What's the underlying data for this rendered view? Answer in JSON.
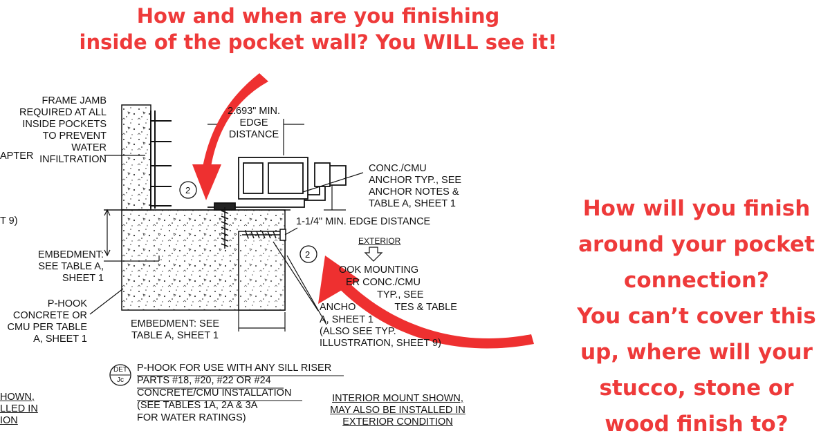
{
  "callouts": {
    "top": [
      "How and when are you finishing",
      "inside of the pocket wall? You WILL see it!"
    ],
    "right": [
      "How will you finish",
      "around your pocket",
      "connection?",
      "You can’t cover this",
      "up, where will your",
      "stucco, stone or",
      "wood finish to?"
    ]
  },
  "drawing": {
    "frame_jamb": [
      "FRAME JAMB",
      "REQUIRED AT ALL",
      "INSIDE POCKETS",
      "TO PREVENT",
      "WATER",
      "INFILTRATION"
    ],
    "apter": "APTER",
    "t9": "T 9)",
    "edge_min": [
      "2.693\" MIN.",
      "EDGE",
      "DISTANCE"
    ],
    "conc_anchor": [
      "CONC./CMU",
      "ANCHOR TYP., SEE",
      "ANCHOR NOTES &",
      "TABLE A, SHEET 1"
    ],
    "edge_14": "1-1/4\" MIN. EDGE DISTANCE",
    "exterior": "EXTERIOR",
    "embed_left": [
      "EMBEDMENT:",
      "SEE TABLE A,",
      "SHEET 1"
    ],
    "phook_left": [
      "P-HOOK",
      "CONCRETE OR",
      "CMU PER TABLE",
      "A, SHEET 1"
    ],
    "embed_bottom": [
      "EMBEDMENT: SEE",
      "TABLE A, SHEET 1"
    ],
    "hook_mount": [
      "OOK MOUNTING",
      "ER CONC./CMU",
      "TYP., SEE",
      "ANCHO",
      "TES & TABLE",
      "A, SHEET 1",
      "(ALSO SEE TYP.",
      "ILLUSTRATION, SHEET 9)"
    ],
    "det_badge": [
      "DET",
      "Jc"
    ],
    "det_caption": [
      "P-HOOK FOR USE WITH ANY SILL RISER",
      "PARTS #18, #20, #22 OR #24",
      "CONCRETE/CMU INSTALLATION",
      "(SEE TABLES 1A, 2A & 3A",
      "FOR WATER RATINGS)"
    ],
    "interior_mount": [
      "INTERIOR MOUNT SHOWN,",
      "MAY ALSO BE INSTALLED IN",
      "EXTERIOR CONDITION"
    ],
    "left_edge_fragments": [
      "HOWN,",
      "LLED IN",
      "ION"
    ],
    "circle_marks": [
      "2",
      "2"
    ]
  },
  "colors": {
    "callout_red": "#ee3a3a",
    "arrow_red": "#ee3030",
    "line": "#111111"
  }
}
